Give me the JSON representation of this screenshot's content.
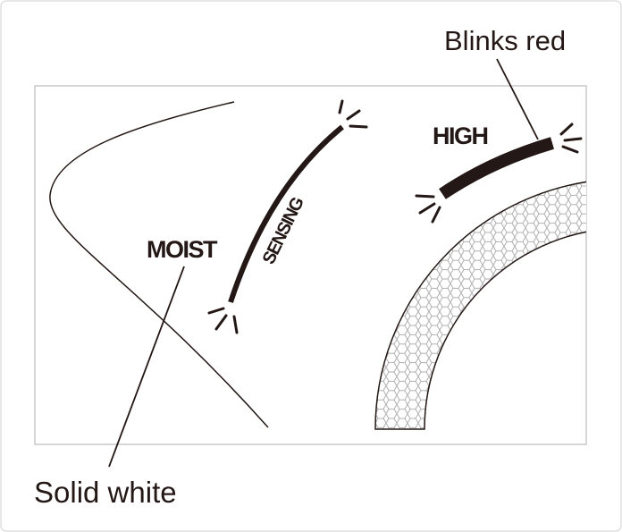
{
  "labels": {
    "blinks_red": "Blinks red",
    "solid_white": "Solid white",
    "moist": "MOIST",
    "sensing": "SENSING",
    "high": "HIGH"
  },
  "colors": {
    "ink": "#231815",
    "frame": "#c8c8c8",
    "hex": "#b0b0b0"
  }
}
